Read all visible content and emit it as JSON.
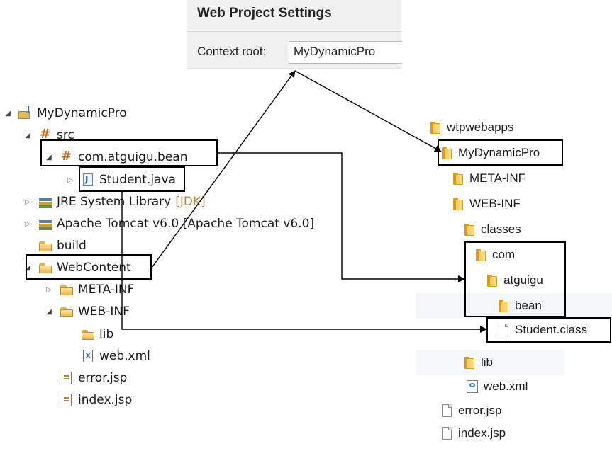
{
  "settings": {
    "title": "Web Project Settings",
    "context_root_label": "Context root:",
    "context_root_value": "MyDynamicPro"
  },
  "project_tree": {
    "project": "MyDynamicPro",
    "src": "src",
    "package": "com.atguigu.bean",
    "java_file": "Student.java",
    "jre_name": "JRE System Library",
    "jre_suffix": "[JDK]",
    "tomcat": "Apache Tomcat v6.0 [Apache Tomcat v6.0]",
    "build": "build",
    "webcontent": "WebContent",
    "meta_inf": "META-INF",
    "web_inf": "WEB-INF",
    "lib": "lib",
    "web_xml": "web.xml",
    "error_jsp": "error.jsp",
    "index_jsp": "index.jsp"
  },
  "deploy_tree": {
    "wtpwebapps": "wtpwebapps",
    "project": "MyDynamicPro",
    "meta_inf": "META-INF",
    "web_inf": "WEB-INF",
    "classes": "classes",
    "com": "com",
    "atguigu": "atguigu",
    "bean": "bean",
    "student_class": "Student.class",
    "lib": "lib",
    "web_xml": "web.xml",
    "error_jsp": "error.jsp",
    "index_jsp": "index.jsp"
  }
}
